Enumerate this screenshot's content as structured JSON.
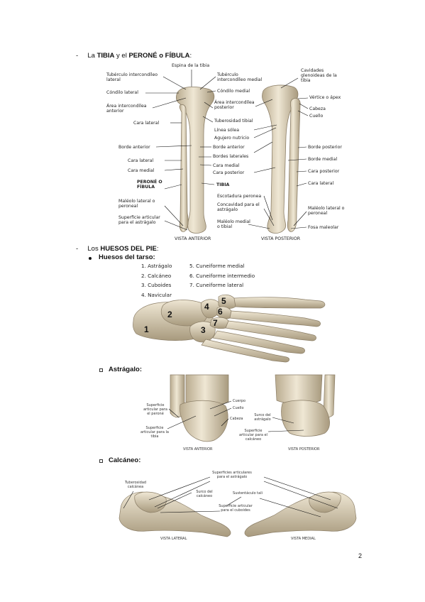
{
  "section1": {
    "dash": "-",
    "prefix": "La ",
    "tibia": "TIBIA",
    "mid": " y el ",
    "perone": "PERONÉ o FÍBULA",
    "suffix": ":"
  },
  "leg_labels": {
    "top": "Espina de la tibia",
    "left": [
      "Tubérculo intercondíleo lateral",
      "Cóndilo lateral",
      "Área intercondílea anterior",
      "Cara lateral",
      "Borde anterior",
      "Cara lateral",
      "Cara medial",
      "PERONÉ O FÍBULA",
      "Maléolo lateral o peroneal",
      "Superficie articular para el astrágalo"
    ],
    "middle": [
      "Tubérculo intercondíleo medial",
      "Cóndilo medial",
      "Área intercondílea posterior",
      "Tuberosidad tibial",
      "Línea sólea",
      "Agujero nutricio",
      "Borde anterior",
      "Bordes laterales",
      "Cara medial",
      "Cara posterior",
      "TIBIA",
      "Escotadura peronea",
      "Concavidad para el astrágalo",
      "Maléolo medial o tibial"
    ],
    "right": [
      "Cavidades glenoideas de la tibia",
      "Vértice o ápex",
      "Cabeza",
      "Cuello",
      "Borde posterior",
      "Borde medial",
      "Cara posterior",
      "Cara lateral",
      "Maléolo lateral o peroneal",
      "Fosa maleolar"
    ],
    "view_anterior": "VISTA ANTERIOR",
    "view_posterior": "VISTA POSTERIOR"
  },
  "section2": {
    "dash": "-",
    "prefix": "Los ",
    "bold": "HUESOS DEL PIE",
    "suffix": ":"
  },
  "tarsus": {
    "title": "Huesos del tarso:",
    "col1": [
      "1. Astrágalo",
      "2. Calcáneo",
      "3. Cuboides",
      "4. Navicular"
    ],
    "col2": [
      "5. Cuneiforme medial",
      "6. Cuneiforme intermedio",
      "7. Cuneiforme lateral"
    ],
    "numbers": [
      "1",
      "2",
      "3",
      "4",
      "5",
      "6",
      "7"
    ]
  },
  "astragalo": {
    "title": "Astrágalo:",
    "labels": [
      "Superficie articular para el peroné",
      "Superficie articular para la tibia",
      "Cuerpo",
      "Cuello",
      "Cabeza",
      "Surco del astrágalo",
      "Superficie articular para el calcáneo"
    ],
    "view_anterior": "VISTA ANTERIOR",
    "view_posterior": "VISTA POSTERIOR"
  },
  "calcaneo": {
    "title": "Calcáneo:",
    "labels": [
      "Superficies articulares para el astrágalo",
      "Tuberosidad calcánea",
      "Surco del calcáneo",
      "Sustentáculo tali",
      "Superficie articular para el cuboides"
    ],
    "view_lateral": "VISTA LATERAL",
    "view_medial": "VISTA MEDIAL"
  },
  "page_number": "2",
  "colors": {
    "bone": "#e6dcc6",
    "bone_dark": "#b9ab8f",
    "bone_shadow": "#8c7f68",
    "line": "#111111"
  }
}
